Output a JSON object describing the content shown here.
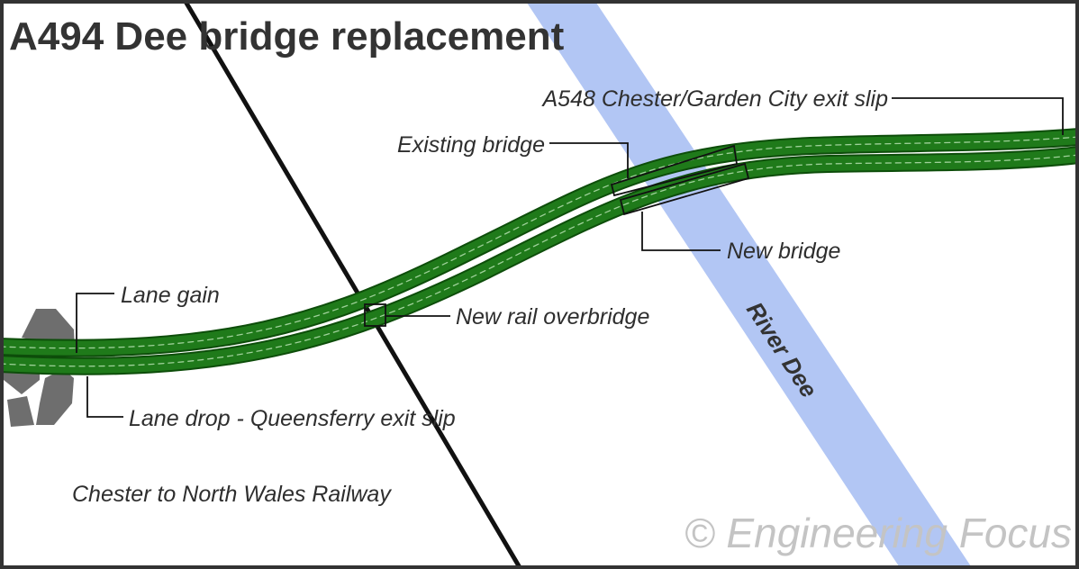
{
  "title": "A494 Dee bridge replacement",
  "labels": {
    "exit_slip_a548": "A548 Chester/Garden City exit slip",
    "existing_bridge": "Existing bridge",
    "new_bridge": "New bridge",
    "lane_gain": "Lane gain",
    "new_rail_overbridge": "New rail overbridge",
    "lane_drop": "Lane drop - Queensferry exit slip",
    "railway": "Chester to North Wales Railway",
    "river": "River Dee"
  },
  "watermark": "© Engineering Focus",
  "colors": {
    "road": "#1f7a1a",
    "road_edge": "#0d4d0a",
    "river": "#b2c6f4",
    "railway": "#111111",
    "roundabout": "#6e6e6e",
    "frame": "#333333"
  },
  "icons": [
    "roundabout-icon"
  ]
}
